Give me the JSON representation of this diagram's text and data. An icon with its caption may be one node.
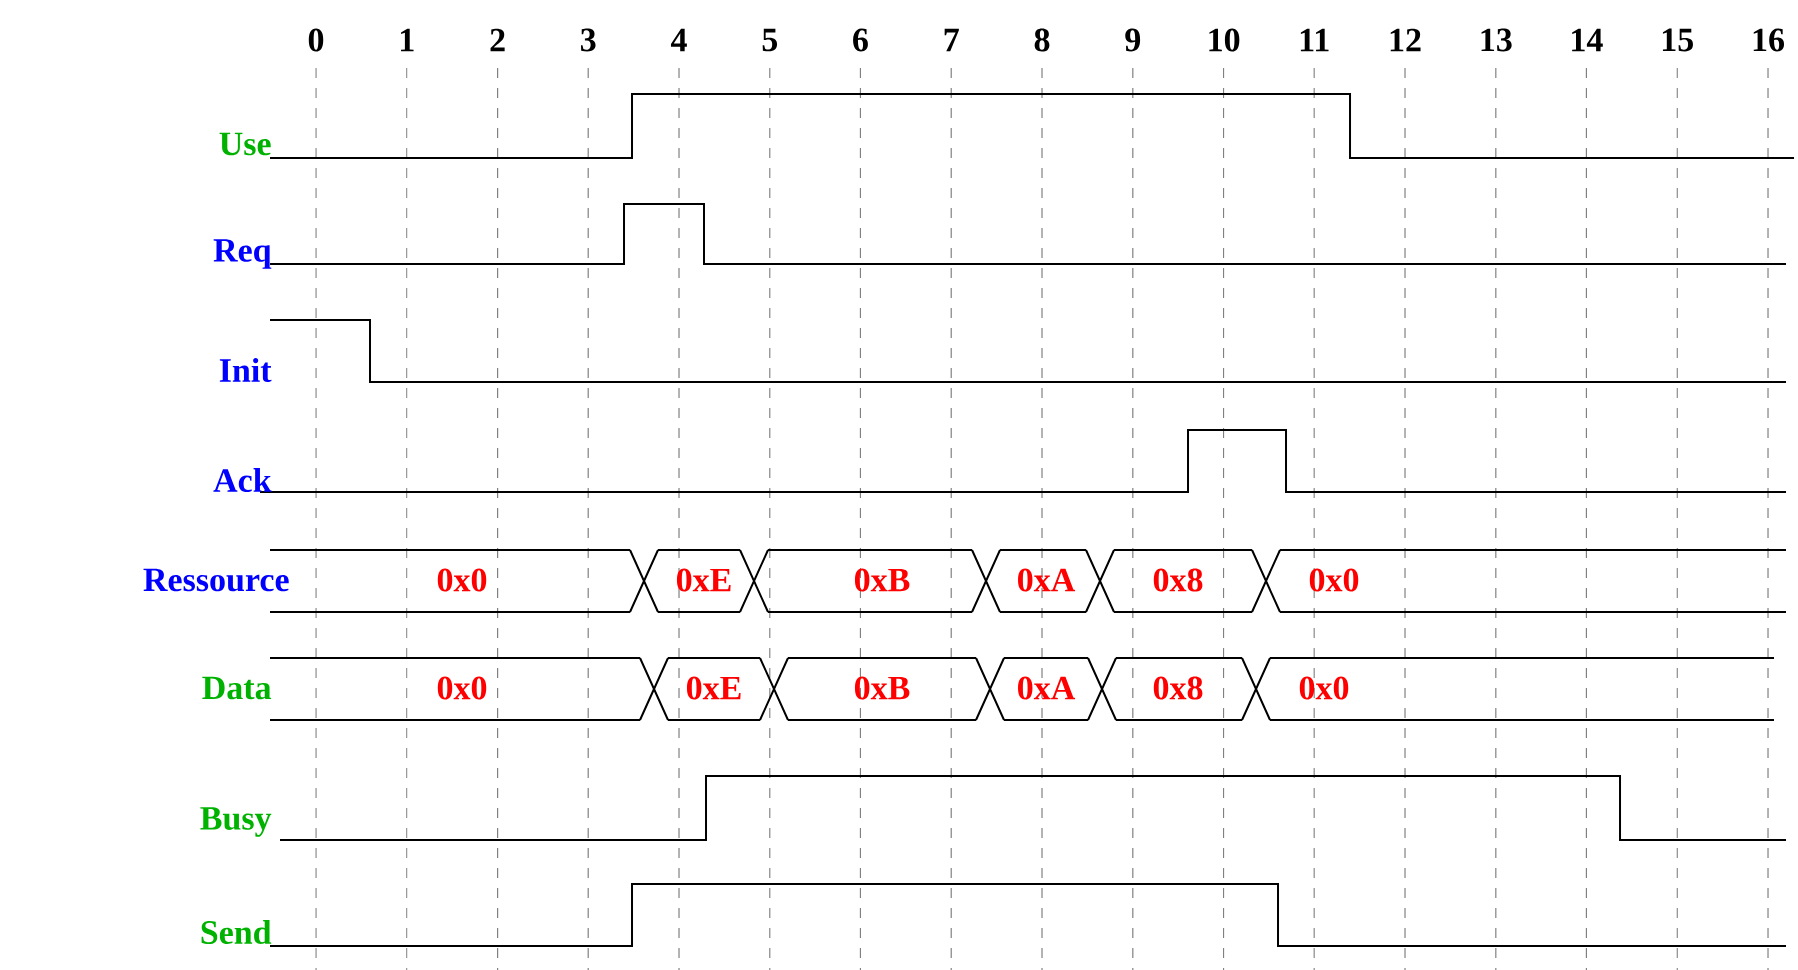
{
  "diagram": {
    "labels": [
      "0",
      "1",
      "2",
      "3",
      "4",
      "5",
      "6",
      "7",
      "8",
      "9",
      "10",
      "11",
      "12",
      "13",
      "14",
      "15",
      "16",
      "Use",
      "Req",
      "Init",
      "Ack",
      "Ressource",
      "0x0",
      "0xE",
      "0xB",
      "0xA",
      "0x8",
      "0x0",
      "Data",
      "0x0",
      "0xE",
      "0xB",
      "0xA",
      "0x8",
      "0x0",
      "Busy",
      "Send"
    ]
  }
}
